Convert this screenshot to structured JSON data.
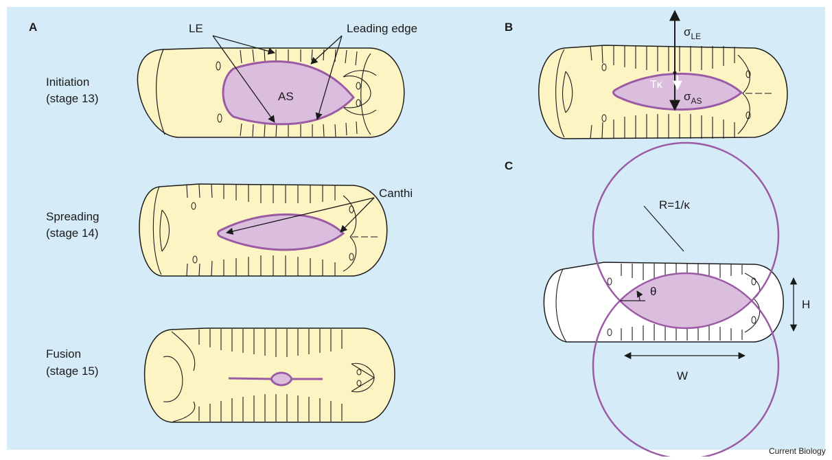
{
  "colors": {
    "background": "#d5ebf7",
    "embryo": "#fcf4c3",
    "amnioserosa": "#dbbedd",
    "leading_edge": "#9b5aa4",
    "white_embryo": "#ffffff"
  },
  "panel_a": {
    "label": "A",
    "le_label": "LE",
    "leading_edge_label": "Leading edge",
    "as_label": "AS",
    "canthi_label": "Canthi",
    "stages": [
      {
        "name": "Initiation",
        "stage": "(stage 13)"
      },
      {
        "name": "Spreading",
        "stage": "(stage 14)"
      },
      {
        "name": "Fusion",
        "stage": "(stage 15)"
      }
    ]
  },
  "panel_b": {
    "label": "B",
    "sigma_le_symbol": "σ",
    "sigma_le_sub": "LE",
    "sigma_as_symbol": "σ",
    "sigma_as_sub": "AS",
    "tension_label": "Tκ"
  },
  "panel_c": {
    "label": "C",
    "radius_label": "R=1/κ",
    "angle_label": "θ",
    "height_label": "H",
    "width_label": "W"
  },
  "credit": "Current Biology"
}
